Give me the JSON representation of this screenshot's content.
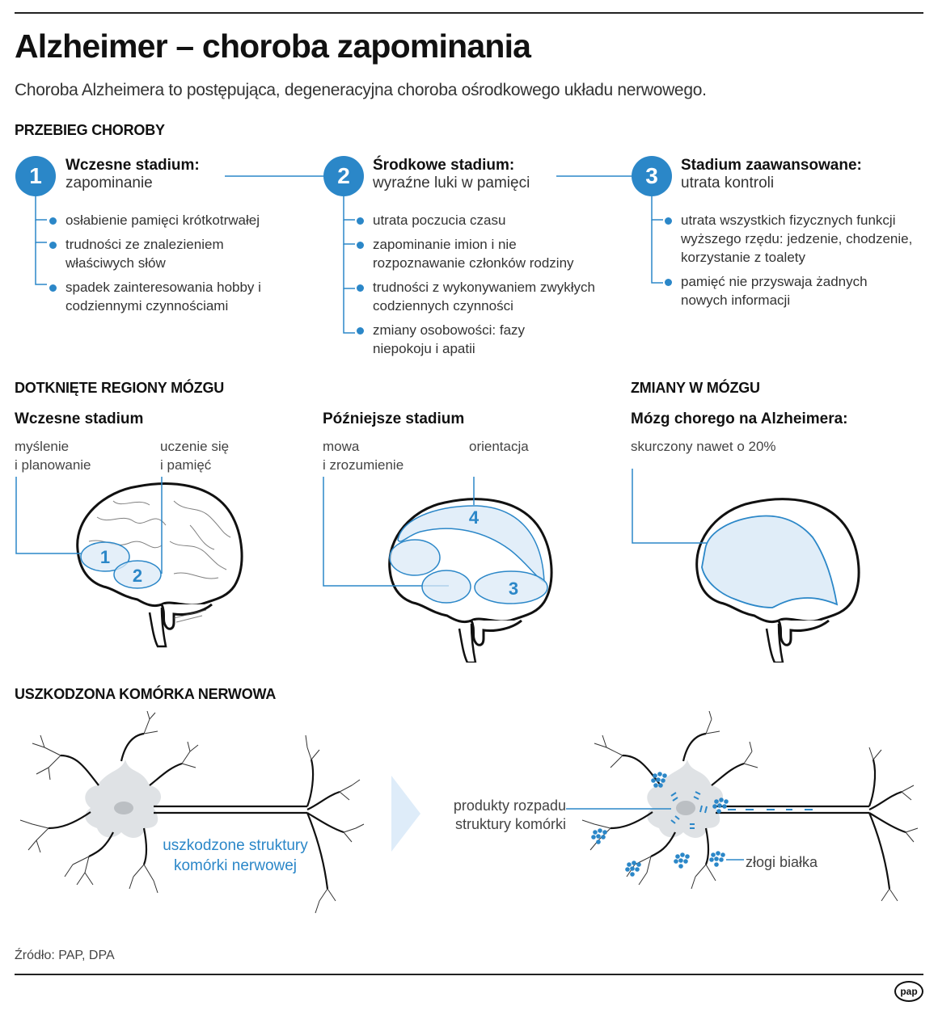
{
  "header": {
    "title": "Alzheimer – choroba zapominania",
    "subtitle": "Choroba Alzheimera to postępująca, degeneracyjna choroba ośrodkowego układu nerwowego."
  },
  "progression": {
    "heading": "PRZEBIEG CHOROBY",
    "accent_color": "#2b87c8",
    "stages": [
      {
        "number": "1",
        "title": "Wczesne stadium:",
        "subtitle": "zapominanie",
        "bullets": [
          "osłabienie pamięci krótkotrwałej",
          "trudności ze znalezieniem właściwych słów",
          "spadek zainteresowania hobby i codziennymi czynnościami"
        ]
      },
      {
        "number": "2",
        "title": "Środkowe stadium:",
        "subtitle": "wyraźne luki w pamięci",
        "bullets": [
          "utrata poczucia czasu",
          "zapominanie imion i nie rozpoznawanie członków rodziny",
          "trudności z wykonywaniem zwykłych codziennych czynności",
          "zmiany osobowości: fazy niepokoju i apatii"
        ]
      },
      {
        "number": "3",
        "title": "Stadium zaawansowane:",
        "subtitle": "utrata kontroli",
        "bullets": [
          "utrata wszystkich fizycznych funkcji wyższego rzędu: jedzenie, chodzenie, korzystanie z toalety",
          "pamięć nie przyswaja żadnych nowych informacji"
        ]
      }
    ]
  },
  "regions": {
    "heading": "DOTKNIĘTE REGIONY MÓZGU",
    "early": {
      "subheading": "Wczesne stadium",
      "label_left": "myślenie\ni planowanie",
      "label_right": "uczenie się\ni pamięć",
      "markers": [
        "1",
        "2"
      ]
    },
    "later": {
      "subheading": "Późniejsze stadium",
      "label_left": "mowa\ni zrozumienie",
      "label_right": "orientacja",
      "markers": [
        "3",
        "4"
      ]
    }
  },
  "changes": {
    "heading": "ZMIANY W MÓZGU",
    "subheading": "Mózg chorego na Alzheimera:",
    "label": "skurczony nawet o 20%"
  },
  "neuron": {
    "heading": "USZKODZONA KOMÓRKA NERWOWA",
    "left_label": "uszkodzone struktury\nkomórki nerwowej",
    "right_label_debris": "produkty rozpadu\nstruktury komórki",
    "right_label_plaques": "złogi białka"
  },
  "footer": {
    "source": "Źródło: PAP, DPA",
    "logo": "pap"
  }
}
